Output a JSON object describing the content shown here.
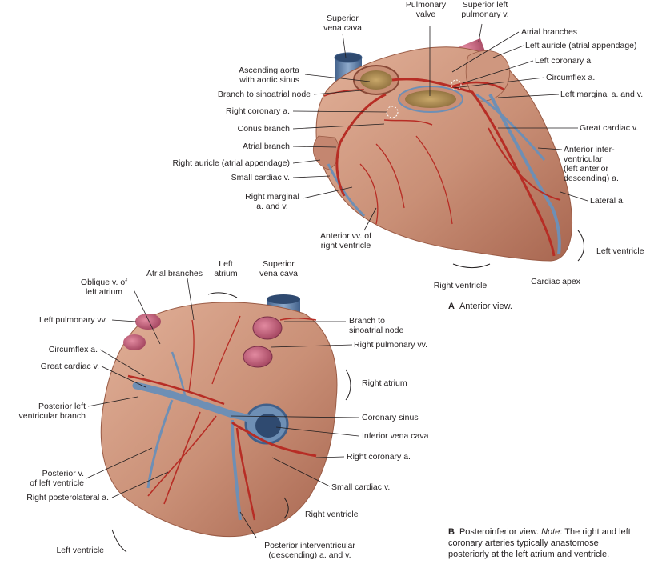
{
  "colors": {
    "muscle": "#c98f76",
    "muscle_dark": "#a86650",
    "muscle_light": "#e3b39c",
    "artery": "#b72d25",
    "vein": "#6e8fb5",
    "vein_dark": "#41608a",
    "pulmonary": "#c0607a",
    "line": "#231f20"
  },
  "anterior": {
    "caption_letter": "A",
    "caption_text": "Anterior view.",
    "labels": {
      "superior_vena_cava": [
        "Superior",
        "vena cava"
      ],
      "pulmonary_valve": [
        "Pulmonary",
        "valve"
      ],
      "superior_left_pulmonary_v": [
        "Superior left",
        "pulmonary v."
      ],
      "atrial_branches": "Atrial branches",
      "left_auricle": "Left auricle (atrial appendage)",
      "left_coronary_a": "Left coronary a.",
      "ascending_aorta": [
        "Ascending aorta",
        "with aortic sinus"
      ],
      "circumflex_a": "Circumflex a.",
      "branch_sinoatrial": "Branch to sinoatrial node",
      "left_marginal": "Left marginal a. and v.",
      "right_coronary_a": "Right coronary a.",
      "conus_branch": "Conus branch",
      "great_cardiac_v": "Great cardiac v.",
      "atrial_branch": "Atrial branch",
      "anterior_interventricular": [
        "Anterior inter-",
        "ventricular",
        "(left anterior",
        "descending) a."
      ],
      "right_auricle": "Right auricle (atrial appendage)",
      "small_cardiac_v": "Small cardiac v.",
      "right_marginal": [
        "Right marginal",
        "a. and v."
      ],
      "lateral_a": "Lateral a.",
      "anterior_vv": [
        "Anterior vv. of",
        "right ventricle"
      ],
      "left_ventricle": "Left ventricle",
      "right_ventricle": "Right ventricle",
      "cardiac_apex": "Cardiac apex"
    }
  },
  "posterior": {
    "caption_letter": "B",
    "caption_plain": "Posteroinferior view. ",
    "caption_note": "Note",
    "caption_rest": ": The right and left coronary arteries typically anastomose posteriorly at the left atrium and ventricle.",
    "labels": {
      "left_atrium": [
        "Left",
        "atrium"
      ],
      "superior_vena_cava": [
        "Superior",
        "vena cava"
      ],
      "oblique_v": [
        "Oblique v. of",
        "left atrium"
      ],
      "atrial_branches": "Atrial branches",
      "left_pulmonary_vv": "Left pulmonary vv.",
      "branch_sinoatrial": [
        "Branch to",
        "sinoatrial node"
      ],
      "right_pulmonary_vv": "Right pulmonary vv.",
      "circumflex_a": "Circumflex a.",
      "great_cardiac_v": "Great cardiac v.",
      "right_atrium": "Right atrium",
      "posterior_left_ventricular_branch": [
        "Posterior left",
        "ventricular branch"
      ],
      "coronary_sinus": "Coronary sinus",
      "inferior_vena_cava": "Inferior vena cava",
      "posterior_v_left_ventricle": [
        "Posterior v.",
        "of left ventricle"
      ],
      "right_coronary_a": "Right coronary a.",
      "right_posterolateral": "Right posterolateral a.",
      "small_cardiac_v": "Small cardiac v.",
      "right_ventricle": "Right ventricle",
      "left_ventricle": "Left ventricle",
      "posterior_interventricular": [
        "Posterior interventricular",
        "(descending) a. and v."
      ]
    }
  }
}
